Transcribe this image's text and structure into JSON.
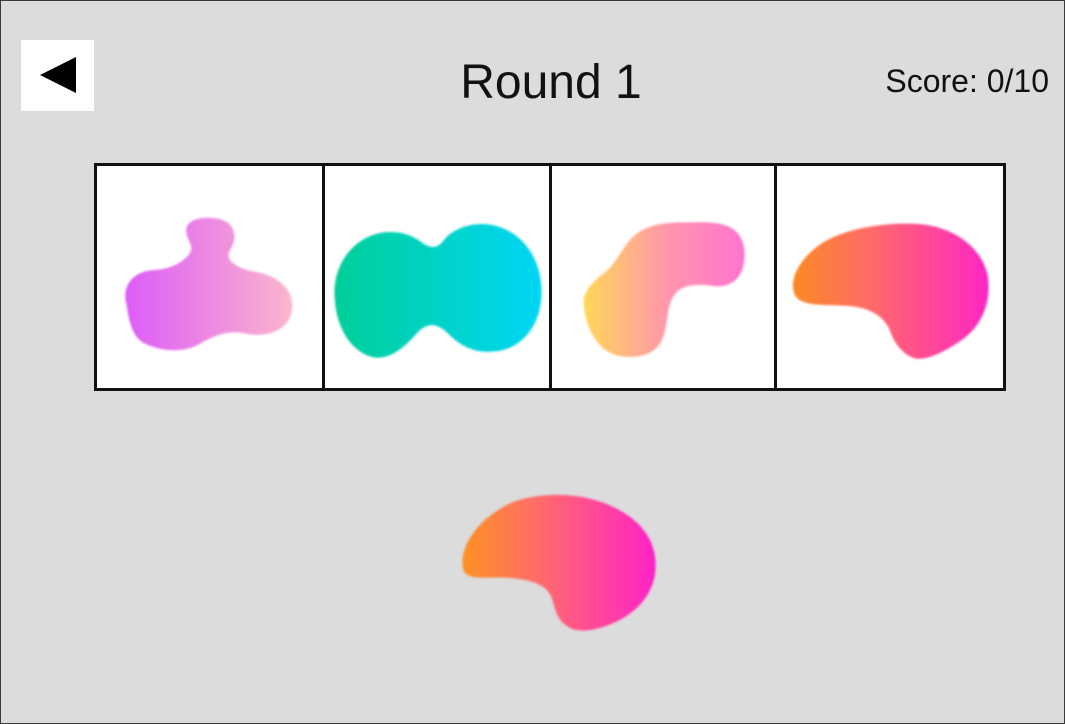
{
  "header": {
    "back_icon": "back-triangle-icon",
    "round_title": "Round 1",
    "score_text": "Score: 0/10"
  },
  "options": [
    {
      "name": "blob-option-1",
      "shape": "lumpy-blob",
      "gradient": [
        "#dd5cf8",
        "#fbb6cc"
      ]
    },
    {
      "name": "blob-option-2",
      "shape": "twin-lobe-blob",
      "gradient": [
        "#00cf98",
        "#00d6f6"
      ]
    },
    {
      "name": "blob-option-3",
      "shape": "s-curve-blob",
      "gradient": [
        "#ffd757",
        "#ff74cf"
      ]
    },
    {
      "name": "blob-option-4",
      "shape": "bean-blob",
      "gradient": [
        "#fb8a23",
        "#ff26c5"
      ]
    }
  ],
  "target": {
    "name": "target-blob",
    "shape": "bean-blob",
    "gradient": [
      "#fd9123",
      "#ff22c8"
    ]
  },
  "colors": {
    "background": "#dcdcdc",
    "border": "#111111",
    "panel": "#ffffff"
  }
}
